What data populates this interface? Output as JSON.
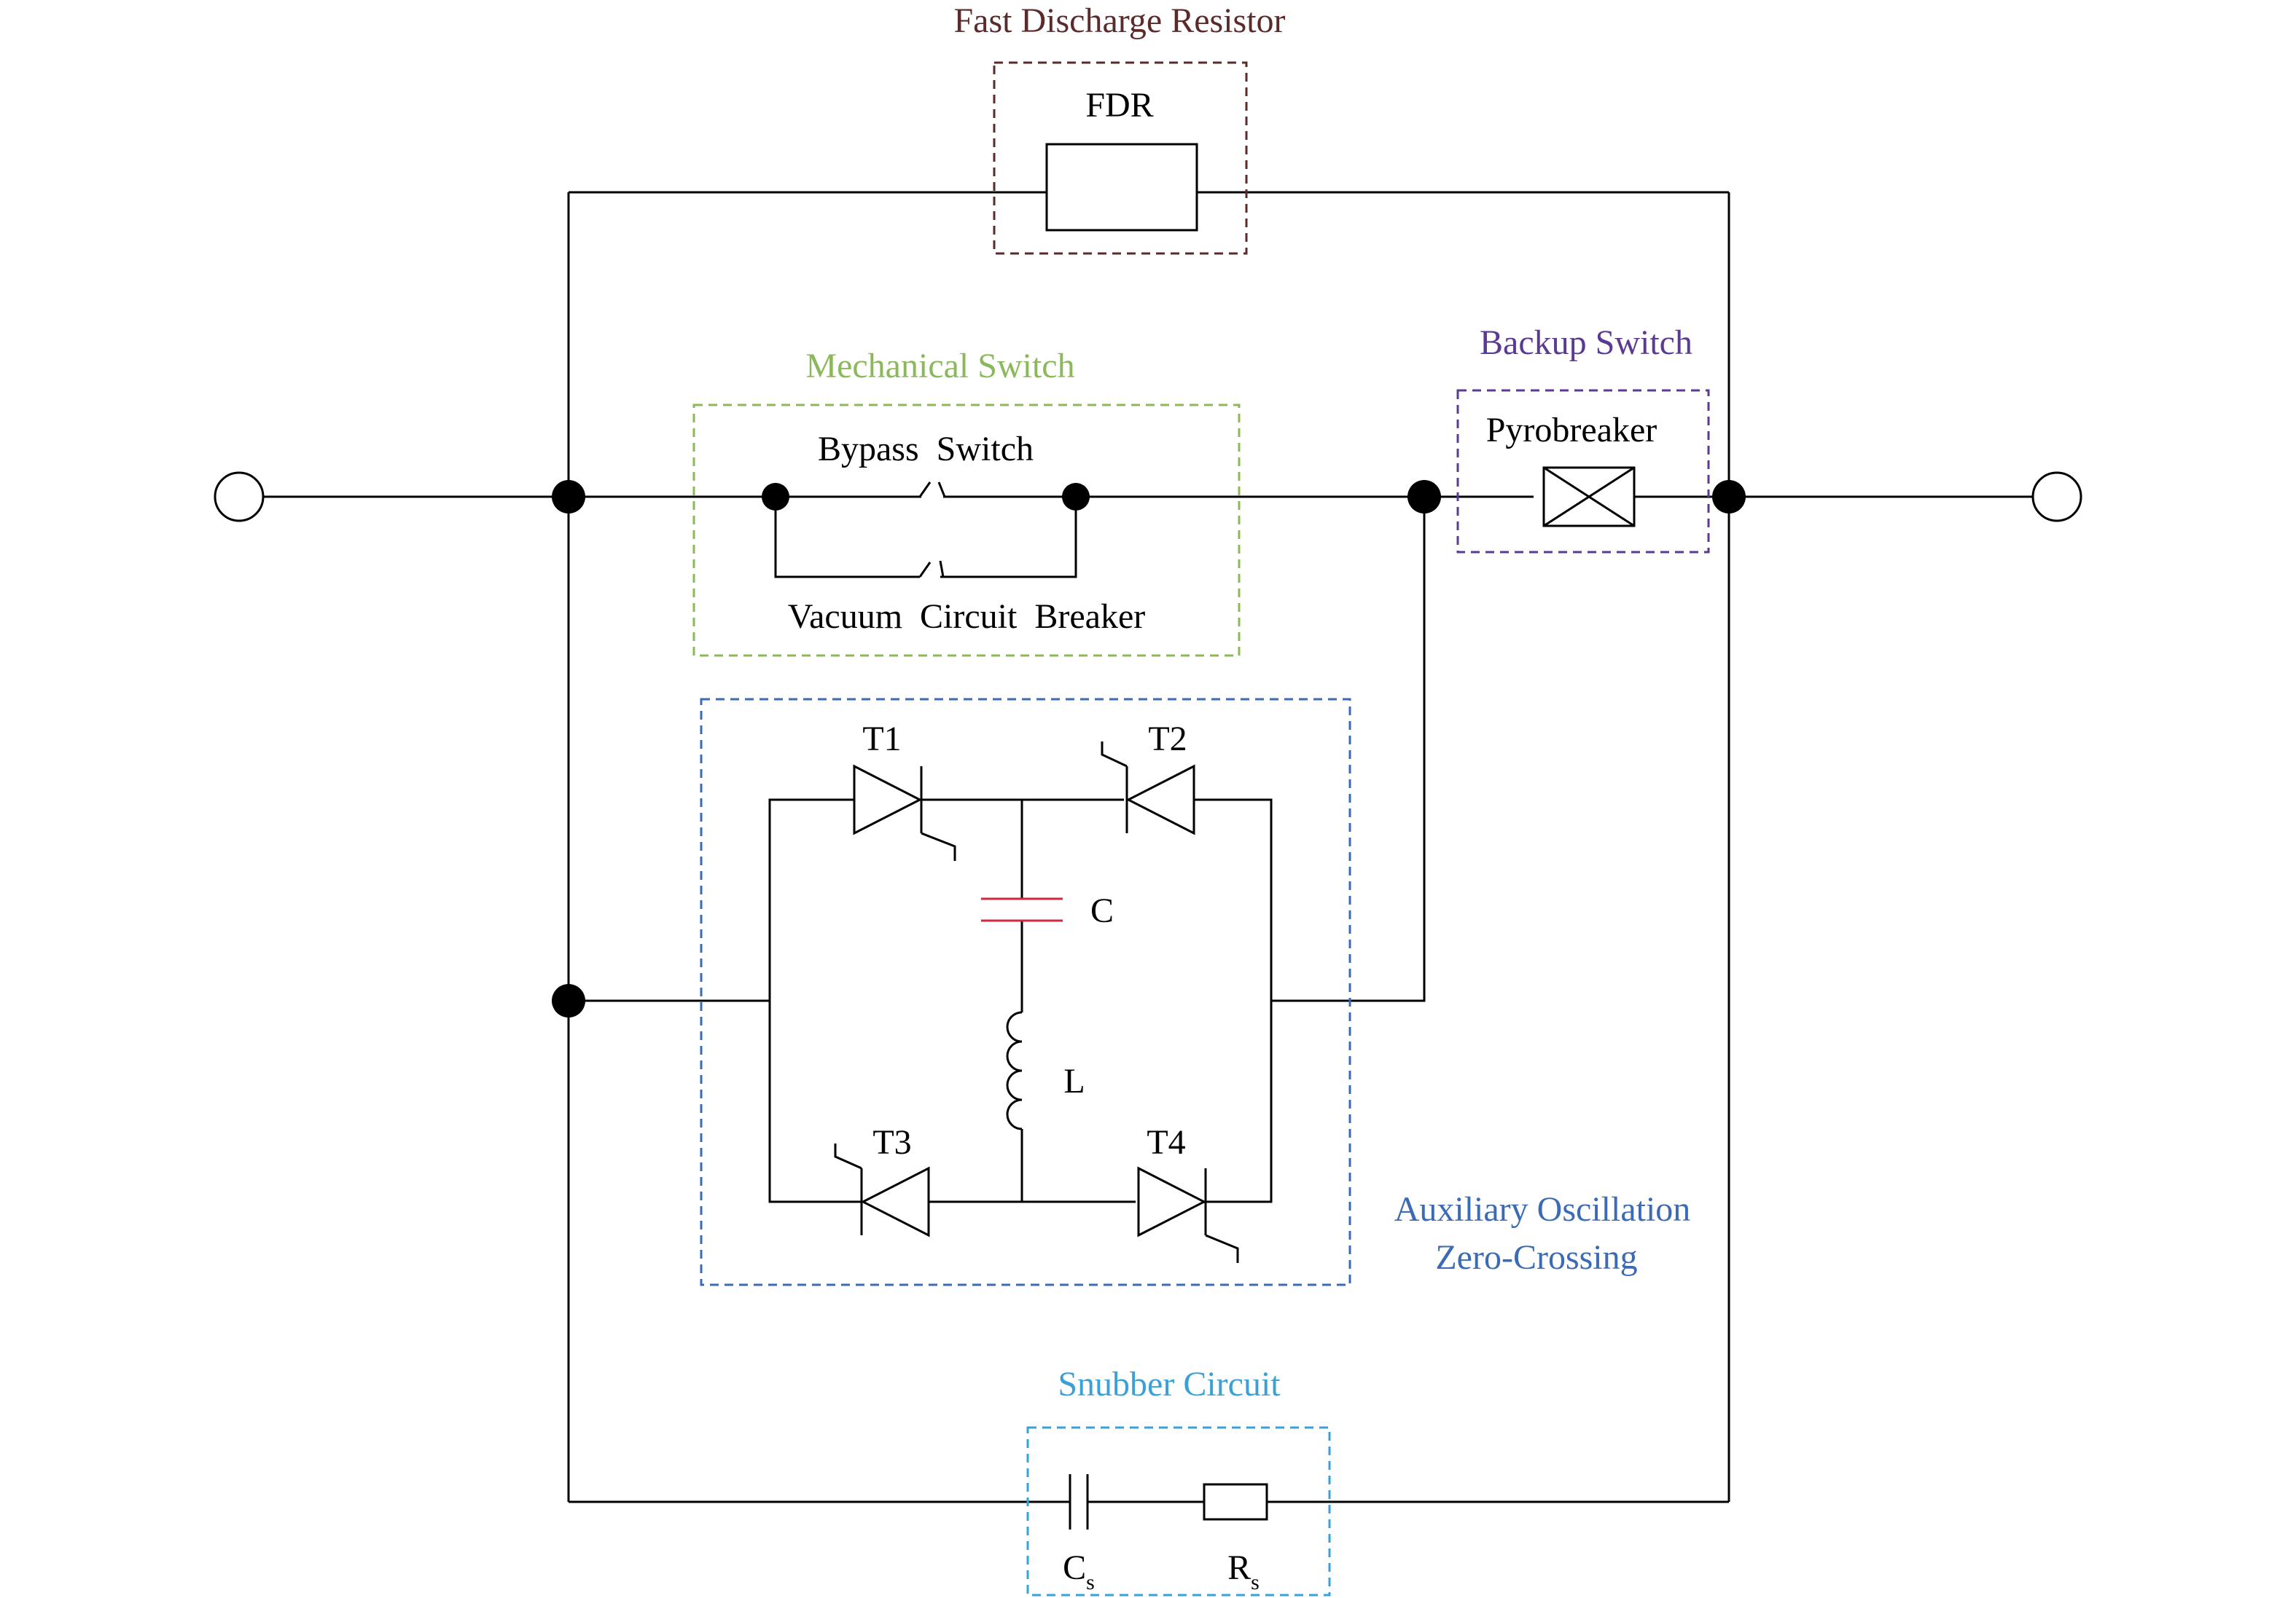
{
  "groups": {
    "fdr": {
      "title": "Fast Discharge Resistor",
      "color": "#5b2b2b"
    },
    "mechanical": {
      "title": "Mechanical Switch",
      "color": "#8bb85a"
    },
    "backup": {
      "title": "Backup Switch",
      "color": "#5b3a92"
    },
    "aux": {
      "title_line1": "Auxiliary Oscillation",
      "title_line2": "Zero-Crossing",
      "color": "#3c6bb5"
    },
    "snubber": {
      "title": "Snubber Circuit",
      "color": "#3aa0d8"
    }
  },
  "components": {
    "fdr": "FDR",
    "bypass_switch": "Bypass  Switch",
    "vacuum_breaker": "Vacuum  Circuit  Breaker",
    "pyrobreaker": "Pyrobreaker",
    "t1": "T1",
    "t2": "T2",
    "t3": "T3",
    "t4": "T4",
    "capacitor": "C",
    "inductor": "L",
    "snubber_cap_main": "C",
    "snubber_cap_sub": "s",
    "snubber_res_main": "R",
    "snubber_res_sub": "s"
  },
  "colors": {
    "wire": "#000000",
    "capacitor_c": "#d0283c"
  }
}
